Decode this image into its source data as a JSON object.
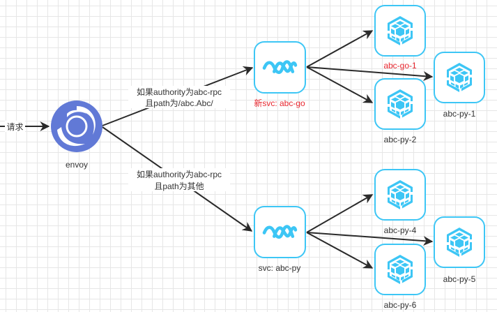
{
  "colors": {
    "envoy": "#6179d6",
    "node_border": "#3dc6f5",
    "pod_icon": "#3dc6f5",
    "edge": "#2a2a2a",
    "highlight_label": "#e8272f",
    "label": "#333333",
    "grid": "#e6e6e6"
  },
  "entry": {
    "label": "请求"
  },
  "envoy": {
    "label": "envoy",
    "icon": "envoy-logo-icon"
  },
  "routes": [
    {
      "id": "route-go",
      "line1": "如果authority为abc-rpc",
      "line2": "且path为/abc.Abc/"
    },
    {
      "id": "route-py",
      "line1": "如果authority为abc-rpc",
      "line2": "且path为其他"
    }
  ],
  "services": [
    {
      "id": "svc-abc-go",
      "label": "新svc: abc-go",
      "highlight": true,
      "icon": "service-wave-icon"
    },
    {
      "id": "svc-abc-py",
      "label": "svc: abc-py",
      "highlight": false,
      "icon": "service-wave-icon"
    }
  ],
  "pods": [
    {
      "id": "abc-go-1",
      "label": "abc-go-1",
      "highlight": true,
      "service": "svc-abc-go"
    },
    {
      "id": "abc-py-1",
      "label": "abc-py-1",
      "highlight": false,
      "service": "svc-abc-go"
    },
    {
      "id": "abc-py-2",
      "label": "abc-py-2",
      "highlight": false,
      "service": "svc-abc-go"
    },
    {
      "id": "abc-py-4",
      "label": "abc-py-4",
      "highlight": false,
      "service": "svc-abc-py"
    },
    {
      "id": "abc-py-5",
      "label": "abc-py-5",
      "highlight": false,
      "service": "svc-abc-py"
    },
    {
      "id": "abc-py-6",
      "label": "abc-py-6",
      "highlight": false,
      "service": "svc-abc-py"
    }
  ]
}
